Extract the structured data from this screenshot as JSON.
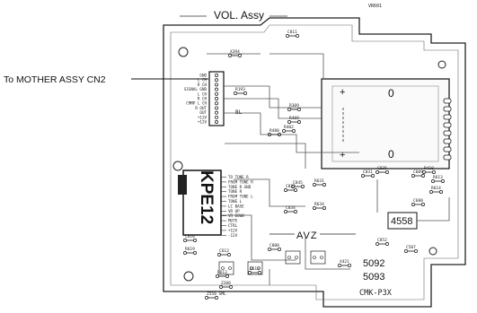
{
  "title": "VOL. Assy",
  "callout": "To MOTHER ASSY CN2",
  "board_id": "CMK-P3X",
  "ic_a": "4558",
  "ic_b": "KPE12",
  "area_label": "AVZ",
  "top_corner_mark": "VR601",
  "cn2_pins": [
    "GND",
    "L CH",
    "R CH",
    "SIGNAL GND",
    "L CH",
    "R CH",
    "CMMP L CH",
    "R OUT",
    "OUT",
    "+12V",
    "+12V"
  ],
  "kpe_pins": [
    "TO TONE R",
    "FROM TONE R",
    "TONE R GND",
    "TONE R",
    "FROM TONE L",
    "TONE L",
    "LC BASE",
    "VR UP",
    "VR DOWN",
    "MUTE",
    "CTRL",
    "+12V",
    "-12V"
  ],
  "parts": {
    "r_top": [
      "X394",
      "C811",
      "R193",
      "R309",
      "R409",
      "R480",
      "R402",
      "C845"
    ],
    "r_mid": [
      "C833",
      "R631",
      "C834",
      "R634",
      "C831",
      "C835",
      "C609",
      "R410",
      "R613",
      "R614",
      "C680"
    ],
    "r_left": [
      "C618",
      "R619"
    ],
    "r_bottom": [
      "C612",
      "D613",
      "Z208",
      "D612",
      "C800",
      "C852",
      "X421",
      "Z558 SML",
      "C587"
    ],
    "ic_near": [
      "5092",
      "5093"
    ],
    "side_label": "BL"
  },
  "pot_marks": [
    "0",
    "0",
    "+",
    "+"
  ]
}
